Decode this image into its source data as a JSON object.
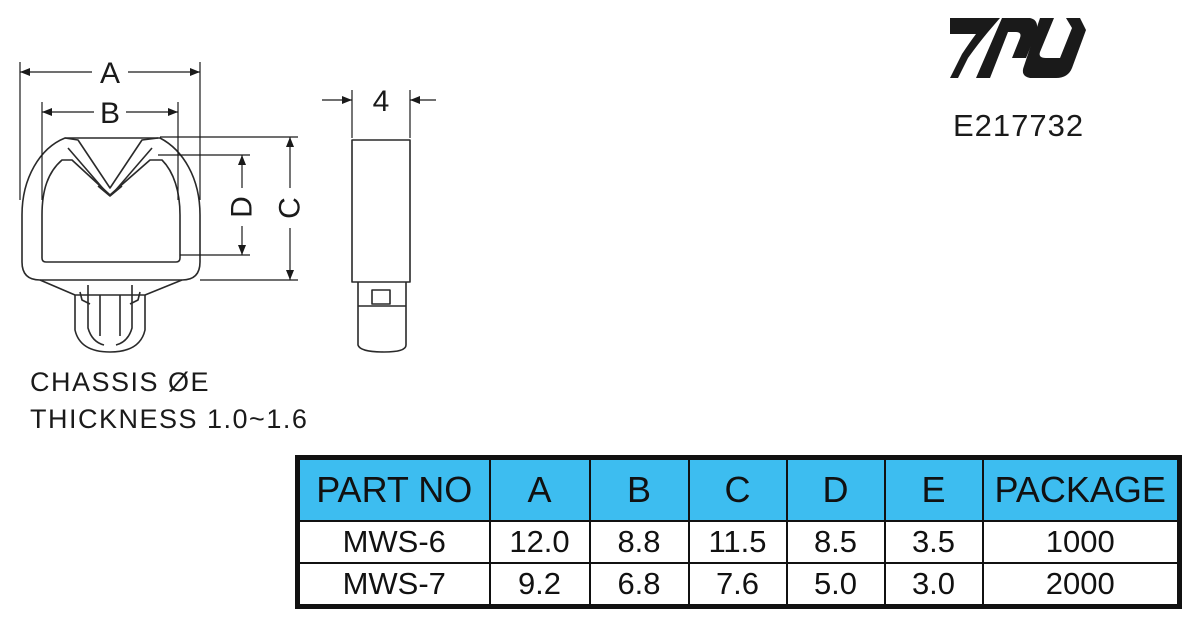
{
  "dimensions": {
    "a": "A",
    "b": "B",
    "c": "C",
    "d": "D",
    "width": "4"
  },
  "notes": {
    "line1": "CHASSIS ØE",
    "line2": "THICKNESS 1.0~1.6"
  },
  "certification": {
    "logo": "ul-recognized-mark",
    "number": "E217732"
  },
  "table": {
    "headers": [
      "PART NO",
      "A",
      "B",
      "C",
      "D",
      "E",
      "PACKAGE"
    ],
    "rows": [
      [
        "MWS-6",
        "12.0",
        "8.8",
        "11.5",
        "8.5",
        "3.5",
        "1000"
      ],
      [
        "MWS-7",
        "9.2",
        "6.8",
        "7.6",
        "5.0",
        "3.0",
        "2000"
      ]
    ]
  },
  "colors": {
    "header_fill": "#3dbdf0",
    "line": "#1a1a1a"
  }
}
